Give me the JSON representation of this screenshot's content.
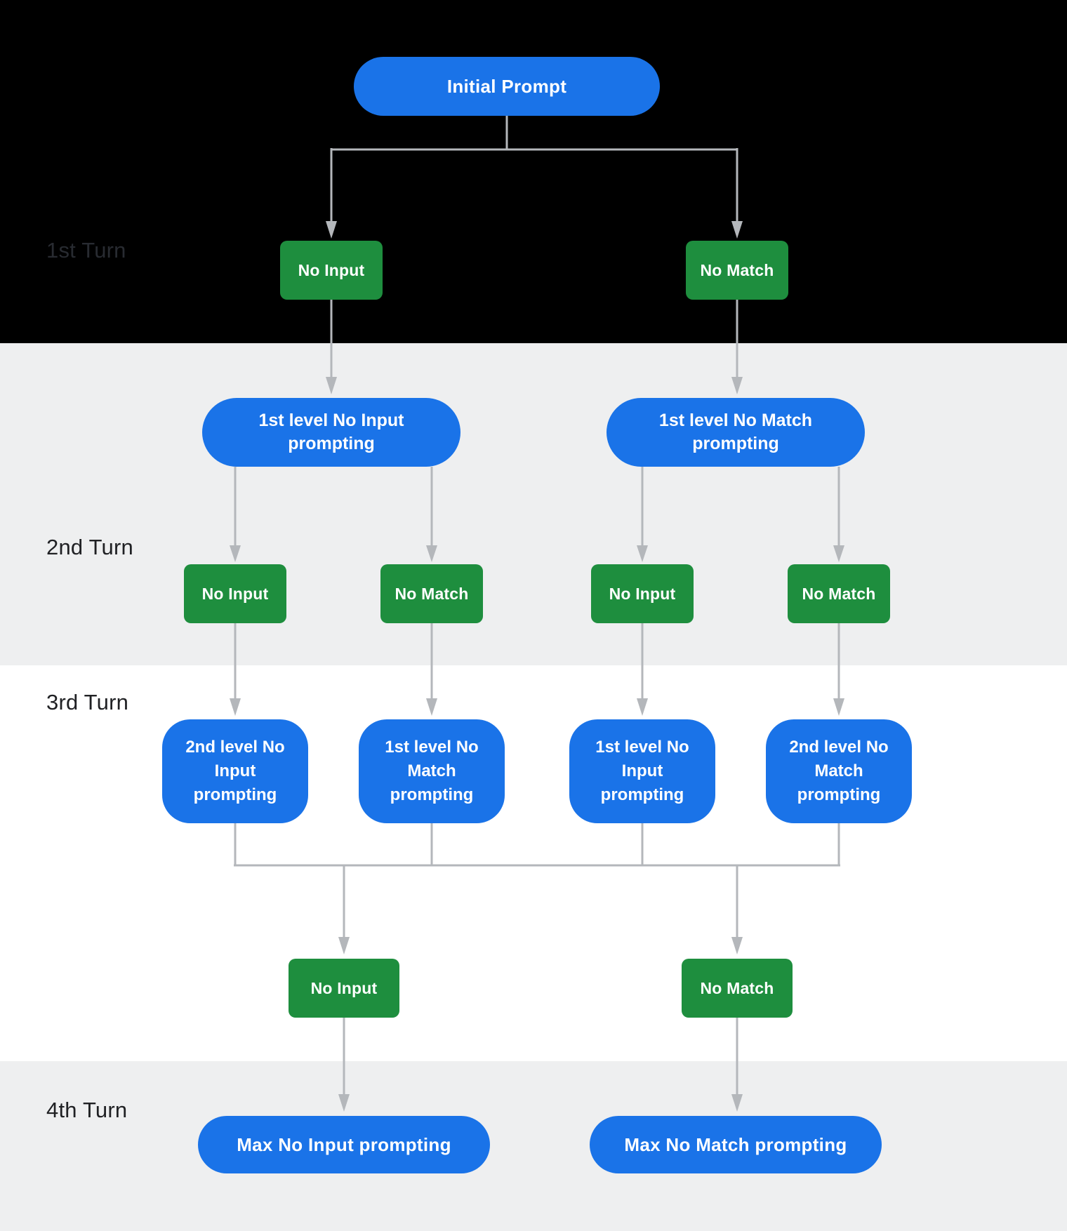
{
  "colors": {
    "prompt_node_blue": "#1a73e8",
    "result_node_green": "#1e8e3e",
    "arrow_gray": "#b4b7bb",
    "band_black": "#000000",
    "band_gray": "#eeeff0",
    "band_white": "#ffffff",
    "turn_label_dark": "#202124"
  },
  "turn_labels": {
    "first": "1st Turn",
    "second": "2nd Turn",
    "third": "3rd Turn",
    "fourth": "4th Turn"
  },
  "nodes": {
    "initial_prompt": "Initial Prompt",
    "turn1_no_input": "No Input",
    "turn1_no_match": "No Match",
    "turn2_no_input_prompting": "1st level No Input prompting",
    "turn2_no_match_prompting": "1st level No Match prompting",
    "turn2_results": [
      "No Input",
      "No Match",
      "No Input",
      "No Match"
    ],
    "turn3_prompting": [
      "2nd level No Input prompting",
      "1st level No Match prompting",
      "1st level No Input prompting",
      "2nd level No Match prompting"
    ],
    "turn3_no_input": "No Input",
    "turn3_no_match": "No Match",
    "turn4_max_no_input": "Max No Input prompting",
    "turn4_max_no_match": "Max No Match prompting"
  }
}
